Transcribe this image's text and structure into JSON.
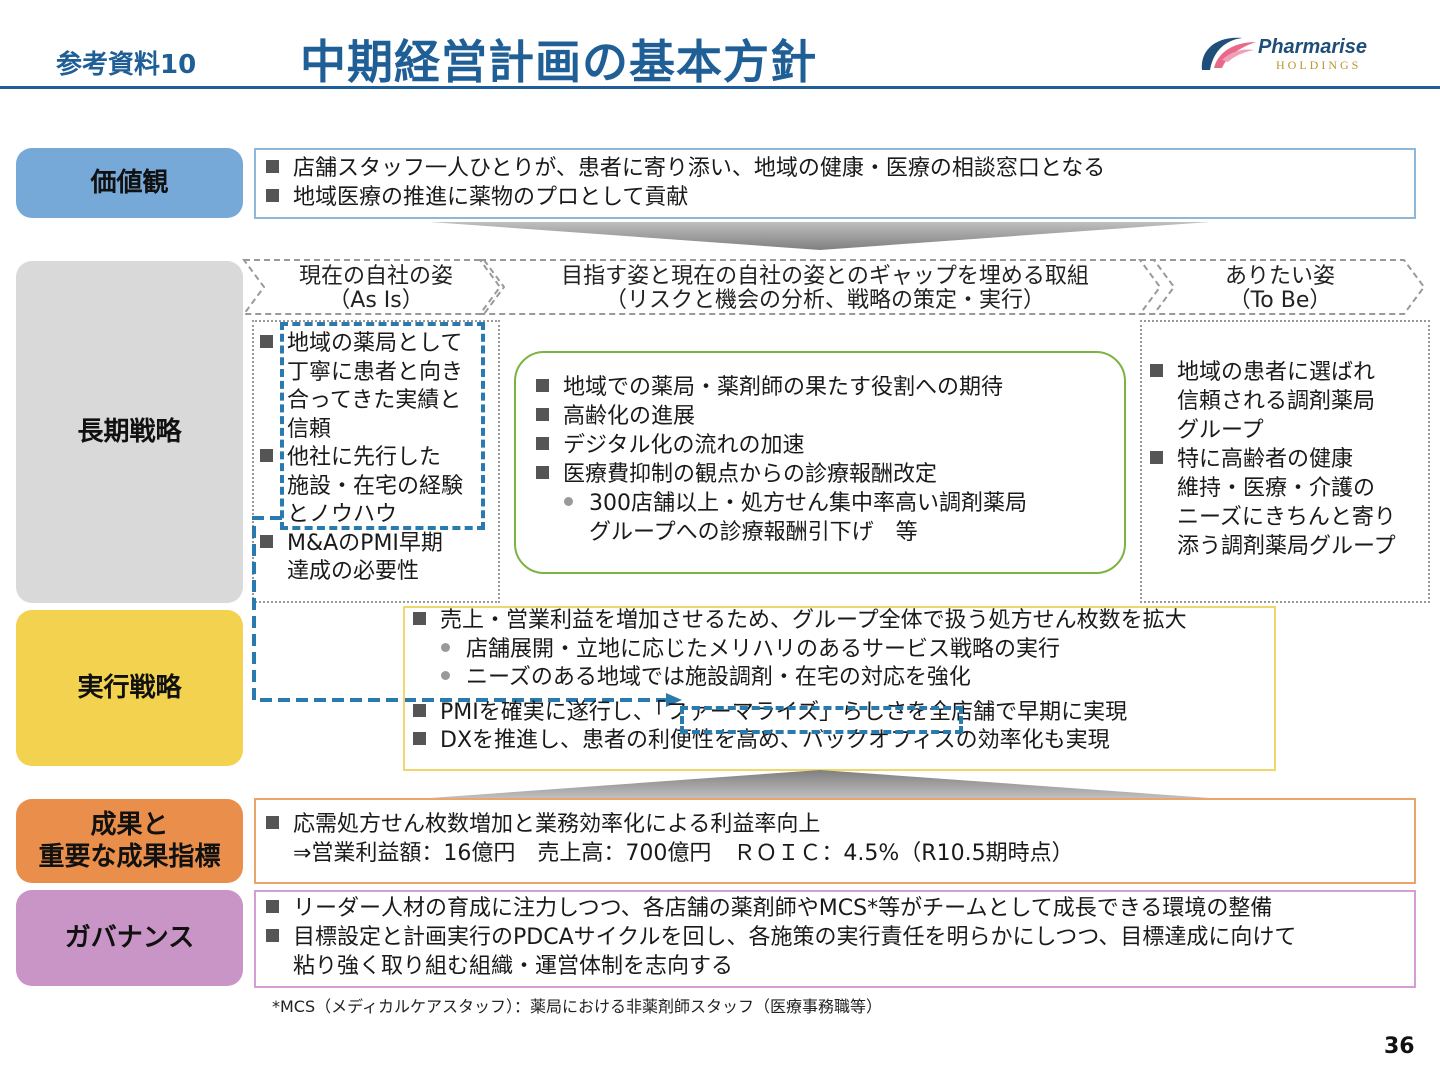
{
  "header": {
    "ref_label": "参考資料10",
    "title": "中期経営計画の基本方針",
    "logo_name": "Pharmarise",
    "logo_sub": "HOLDINGS"
  },
  "categories": {
    "values": "価値観",
    "long_term": "長期戦略",
    "execution": "実行戦略",
    "result_line1": "成果と",
    "result_line2": "重要な成果指標",
    "governance": "ガバナンス"
  },
  "values_items": [
    "店舗スタッフ一人ひとりが、患者に寄り添い、地域の健康・医療の相談窓口となる",
    "地域医療の推進に薬物のプロとして貢献"
  ],
  "phases": {
    "as_is_line1": "現在の自社の姿",
    "as_is_line2": "（As Is）",
    "gap_line1": "目指す姿と現在の自社の姿とのギャップを埋める取組",
    "gap_line2": "（リスクと機会の分析、戦略の策定・実行）",
    "to_be_line1": "ありたい姿",
    "to_be_line2": "（To Be）"
  },
  "as_is": {
    "item1": [
      "地域の薬局として",
      "丁寧に患者と向き",
      "合ってきた実績と",
      "信頼"
    ],
    "item2": [
      "他社に先行した",
      "施設・在宅の経験",
      "とノウハウ"
    ],
    "item3": [
      "M&AのPMI早期",
      "達成の必要性"
    ]
  },
  "gap_items": [
    "地域での薬局・薬剤師の果たす役割への期待",
    "高齢化の進展",
    "デジタル化の流れの加速",
    "医療費抑制の観点からの診療報酬改定"
  ],
  "gap_sub": [
    "300店舗以上・処方せん集中率高い調剤薬局",
    "グループへの診療報酬引下げ　等"
  ],
  "to_be": {
    "item1": [
      "地域の患者に選ばれ",
      "信頼される調剤薬局",
      "グループ"
    ],
    "item2": [
      "特に高齢者の健康",
      "維持・医療・介護の",
      "ニーズにきちんと寄り",
      "添う調剤薬局グループ"
    ]
  },
  "execution": {
    "item1": "売上・営業利益を増加させるため、グループ全体で扱う処方せん枚数を拡大",
    "sub1": "店舗展開・立地に応じたメリハリのあるサービス戦略の実行",
    "sub2": "ニーズのある地域では施設調剤・在宅の対応を強化",
    "item2": "PMIを確実に遂行し、「ファーマライズ」らしさを全店舗で早期に実現",
    "item3": "DXを推進し、患者の利便性を高め、バックオフィスの効率化も実現"
  },
  "result": {
    "item1": "応需処方せん枚数増加と業務効率化による利益率向上",
    "item1_detail": "⇒営業利益額：16億円　売上高：700億円　ＲＯＩＣ：4.5%（R10.5期時点）"
  },
  "governance": {
    "item1": "リーダー人材の育成に注力しつつ、各店舗の薬剤師やMCS*等がチームとして成長できる環境の整備",
    "item2_line1": "目標設定と計画実行のPDCAサイクルを回し、各施策の実行責任を明らかにしつつ、目標達成に向けて",
    "item2_line2": "粘り強く取り組む組織・運営体制を志向する"
  },
  "footnote": "*MCS（メディカルケアスタッフ）：薬局における非薬剤師スタッフ（医療事務職等）",
  "page_number": "36",
  "colors": {
    "title_blue": "#1f5f96",
    "values": "#76a8d8",
    "long_term": "#d9d9d9",
    "execution": "#f2d24e",
    "result": "#ea8f4b",
    "governance": "#c895c6",
    "gap_border": "#7cb342",
    "dash_blue": "#2a7ab0"
  }
}
